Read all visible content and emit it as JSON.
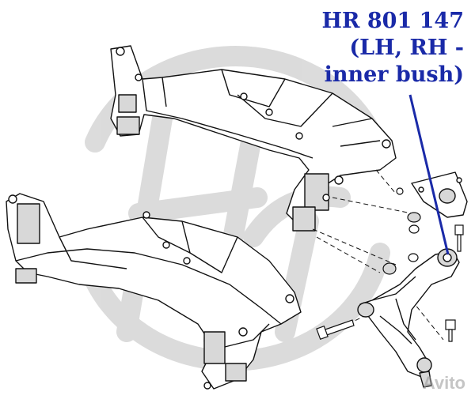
{
  "callout": {
    "part_number": "HR 801 147",
    "line2": "(LH, RH -",
    "line3": "inner bush)"
  },
  "watermark": {
    "text": "Avito",
    "logo": "Hr"
  },
  "colors": {
    "callout_text": "#1a2aa8",
    "leader_line": "#1a2aa8",
    "line_art": "#111111",
    "shade": "#d8d8d8",
    "watermark": "#b4b4b4"
  }
}
